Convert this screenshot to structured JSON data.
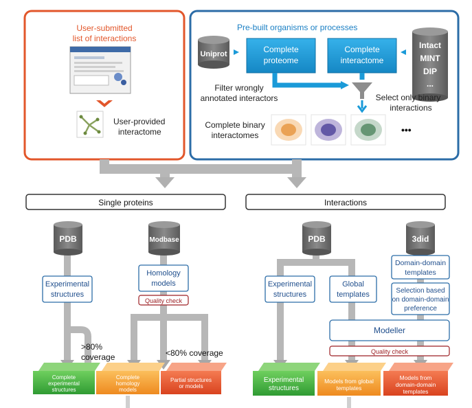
{
  "top": {
    "user_box": {
      "title_line1": "User-submitted",
      "title_line2": "list of interactions",
      "provided_line1": "User-provided",
      "provided_line2": "interactome"
    },
    "prebuilt_box": {
      "title": "Pre-built organisms or processes",
      "uniprot": "Uniprot",
      "complete_proteome_line1": "Complete",
      "complete_proteome_line2": "proteome",
      "complete_interactome_line1": "Complete",
      "complete_interactome_line2": "interactome",
      "db_items": [
        "Intact",
        "MINT",
        "DIP",
        "..."
      ],
      "filter_line1": "Filter wrongly",
      "filter_line2": "annotated interactors",
      "select_line1": "Select only binary",
      "select_line2": "interactions",
      "binary_line1": "Complete binary",
      "binary_line2": "interactomes",
      "ellipsis": "•••"
    }
  },
  "left_branch": {
    "header": "Single proteins",
    "pdb": "PDB",
    "modbase": "Modbase",
    "experimental_line1": "Experimental",
    "experimental_line2": "structures",
    "homology_line1": "Homology",
    "homology_line2": "models",
    "quality_check": "Quality check",
    "gt80_line1": ">80%",
    "gt80_line2": "coverage",
    "lt80": "<80% coverage",
    "out_green_line1": "Complete",
    "out_green_line2": "experimental",
    "out_green_line3": "structures",
    "out_orange_line1": "Complete",
    "out_orange_line2": "homology",
    "out_orange_line3": "models",
    "out_red_line1": "Partial structures",
    "out_red_line2": "or models"
  },
  "right_branch": {
    "header": "Interactions",
    "pdb": "PDB",
    "threedid": "3did",
    "experimental_line1": "Experimental",
    "experimental_line2": "structures",
    "global_line1": "Global",
    "global_line2": "templates",
    "dd_line1": "Domain-domain",
    "dd_line2": "templates",
    "sel_line1": "Selection based",
    "sel_line2": "on domain-domain",
    "sel_line3": "preference",
    "modeller": "Modeller",
    "quality_check": "Quality check",
    "out_green_line1": "Experimental",
    "out_green_line2": "structures",
    "out_orange_line1": "Models from global",
    "out_orange_line2": "templates",
    "out_red_line1": "Models from",
    "out_red_line2": "domain-domain",
    "out_red_line3": "templates"
  },
  "colors": {
    "orange_frame": "#e2562a",
    "blue_frame": "#2b6ca7",
    "blue_box": "#1a9ad8",
    "pipe": "#b7b7b7",
    "cyl": "#6f6f6f",
    "text_blue": "#1f4e8c",
    "qc_red": "#9c1f23",
    "green": "#4bb34a",
    "orange": "#f5a033",
    "red": "#e8542d"
  }
}
